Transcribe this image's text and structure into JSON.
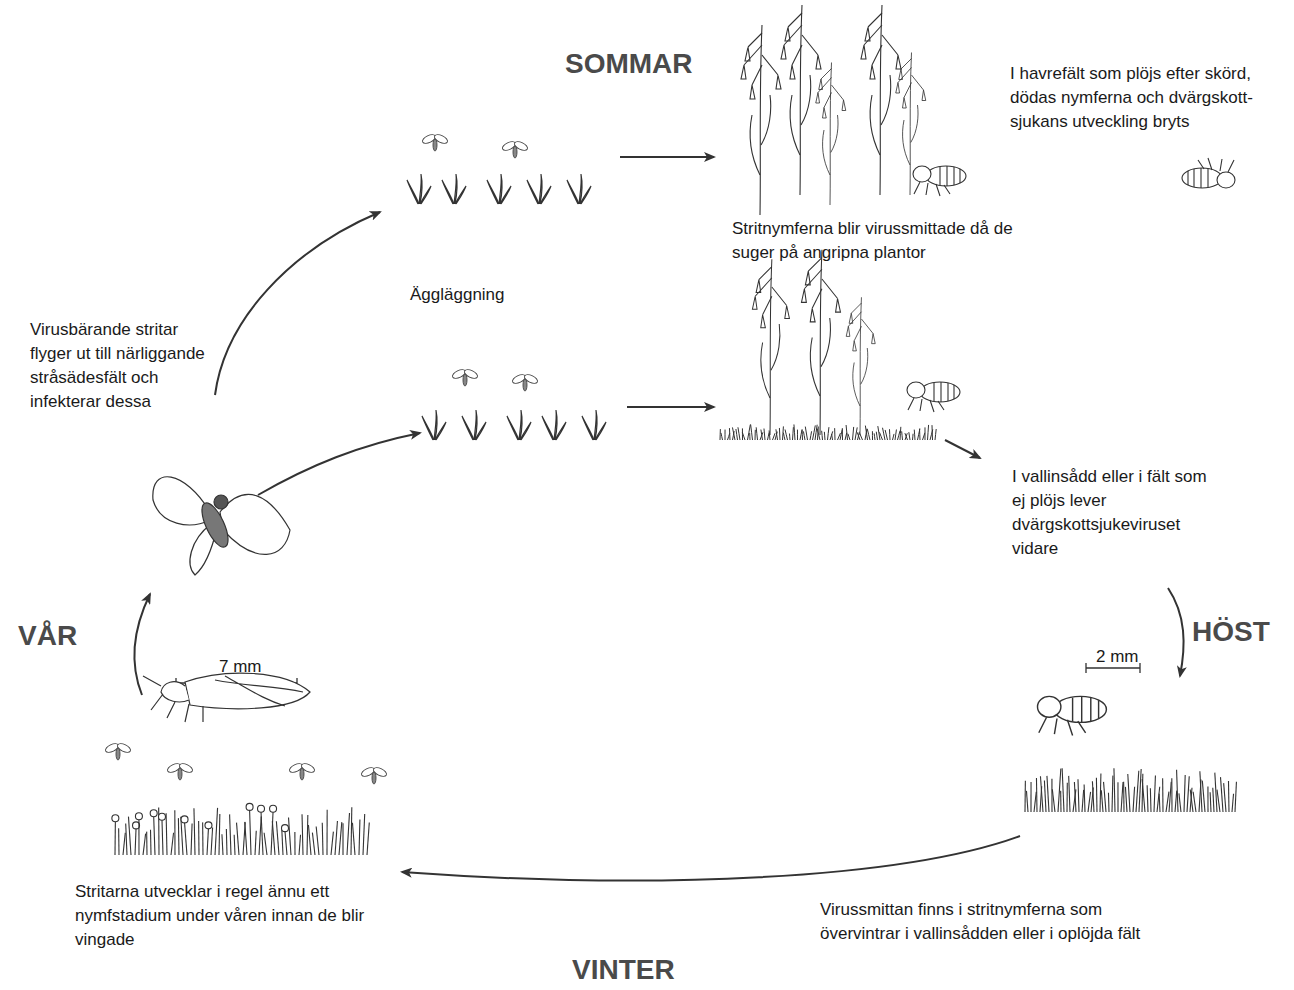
{
  "diagram": {
    "labels": [
      "SOMMAR",
      "I havrefält som plöjs efter skörd, dödas nymferna och dvärgskott-sjukans utveckling bryts",
      "Stritnymferna blir virussmittade då de suger på angripna plantor",
      "Äggläggning",
      "Virusbärande stritar flyger ut till närliggande stråsädesfält och infekterar dessa",
      "I vallinsådd eller i fält som ej plöjs lever dvärgskottsjukeviruset vidare",
      "HÖST",
      "VÅR",
      "7 mm",
      "2 mm",
      "Stritarna utvecklar i regel ännu ett nymfstadium under våren innan de blir vingade",
      "Virussmittan finns i stritnymferna som övervintrar i vallinsådden eller i oplöjda fält",
      "VINTER"
    ]
  }
}
